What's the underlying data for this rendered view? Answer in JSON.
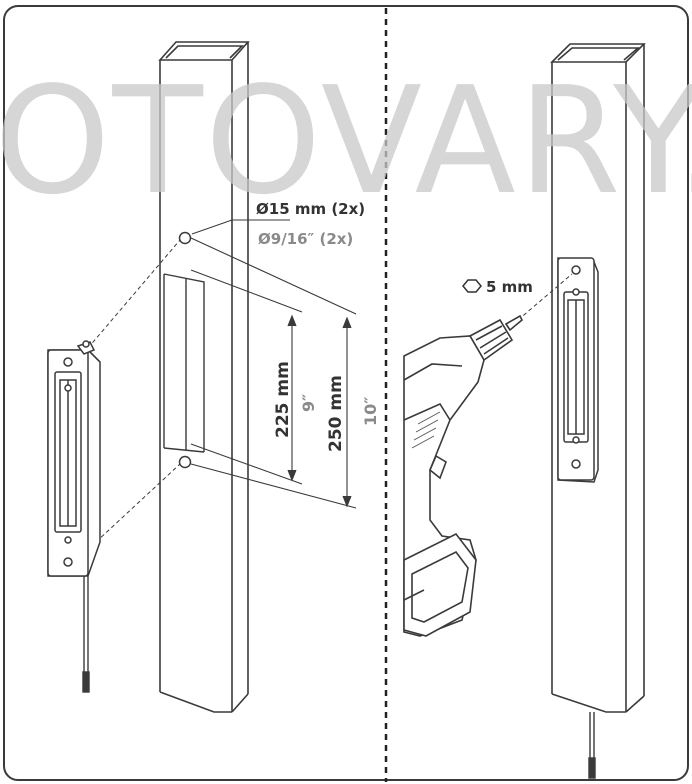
{
  "watermark": "OTOVARY.c",
  "labels": {
    "hole_mm": "Ø15 mm (2x)",
    "hole_in": "Ø9/16″ (2x)",
    "dim_inner_mm": "225 mm",
    "dim_inner_in": "9″",
    "dim_outer_mm": "250 mm",
    "dim_outer_in": "10″",
    "hex_key": "5 mm"
  },
  "icons": {
    "hex": "hexagon-icon"
  },
  "colors": {
    "line": "#3a3a3a",
    "grey_text": "#8a8a8a",
    "dark_text": "#333333",
    "watermark": "#c8c8c8"
  }
}
